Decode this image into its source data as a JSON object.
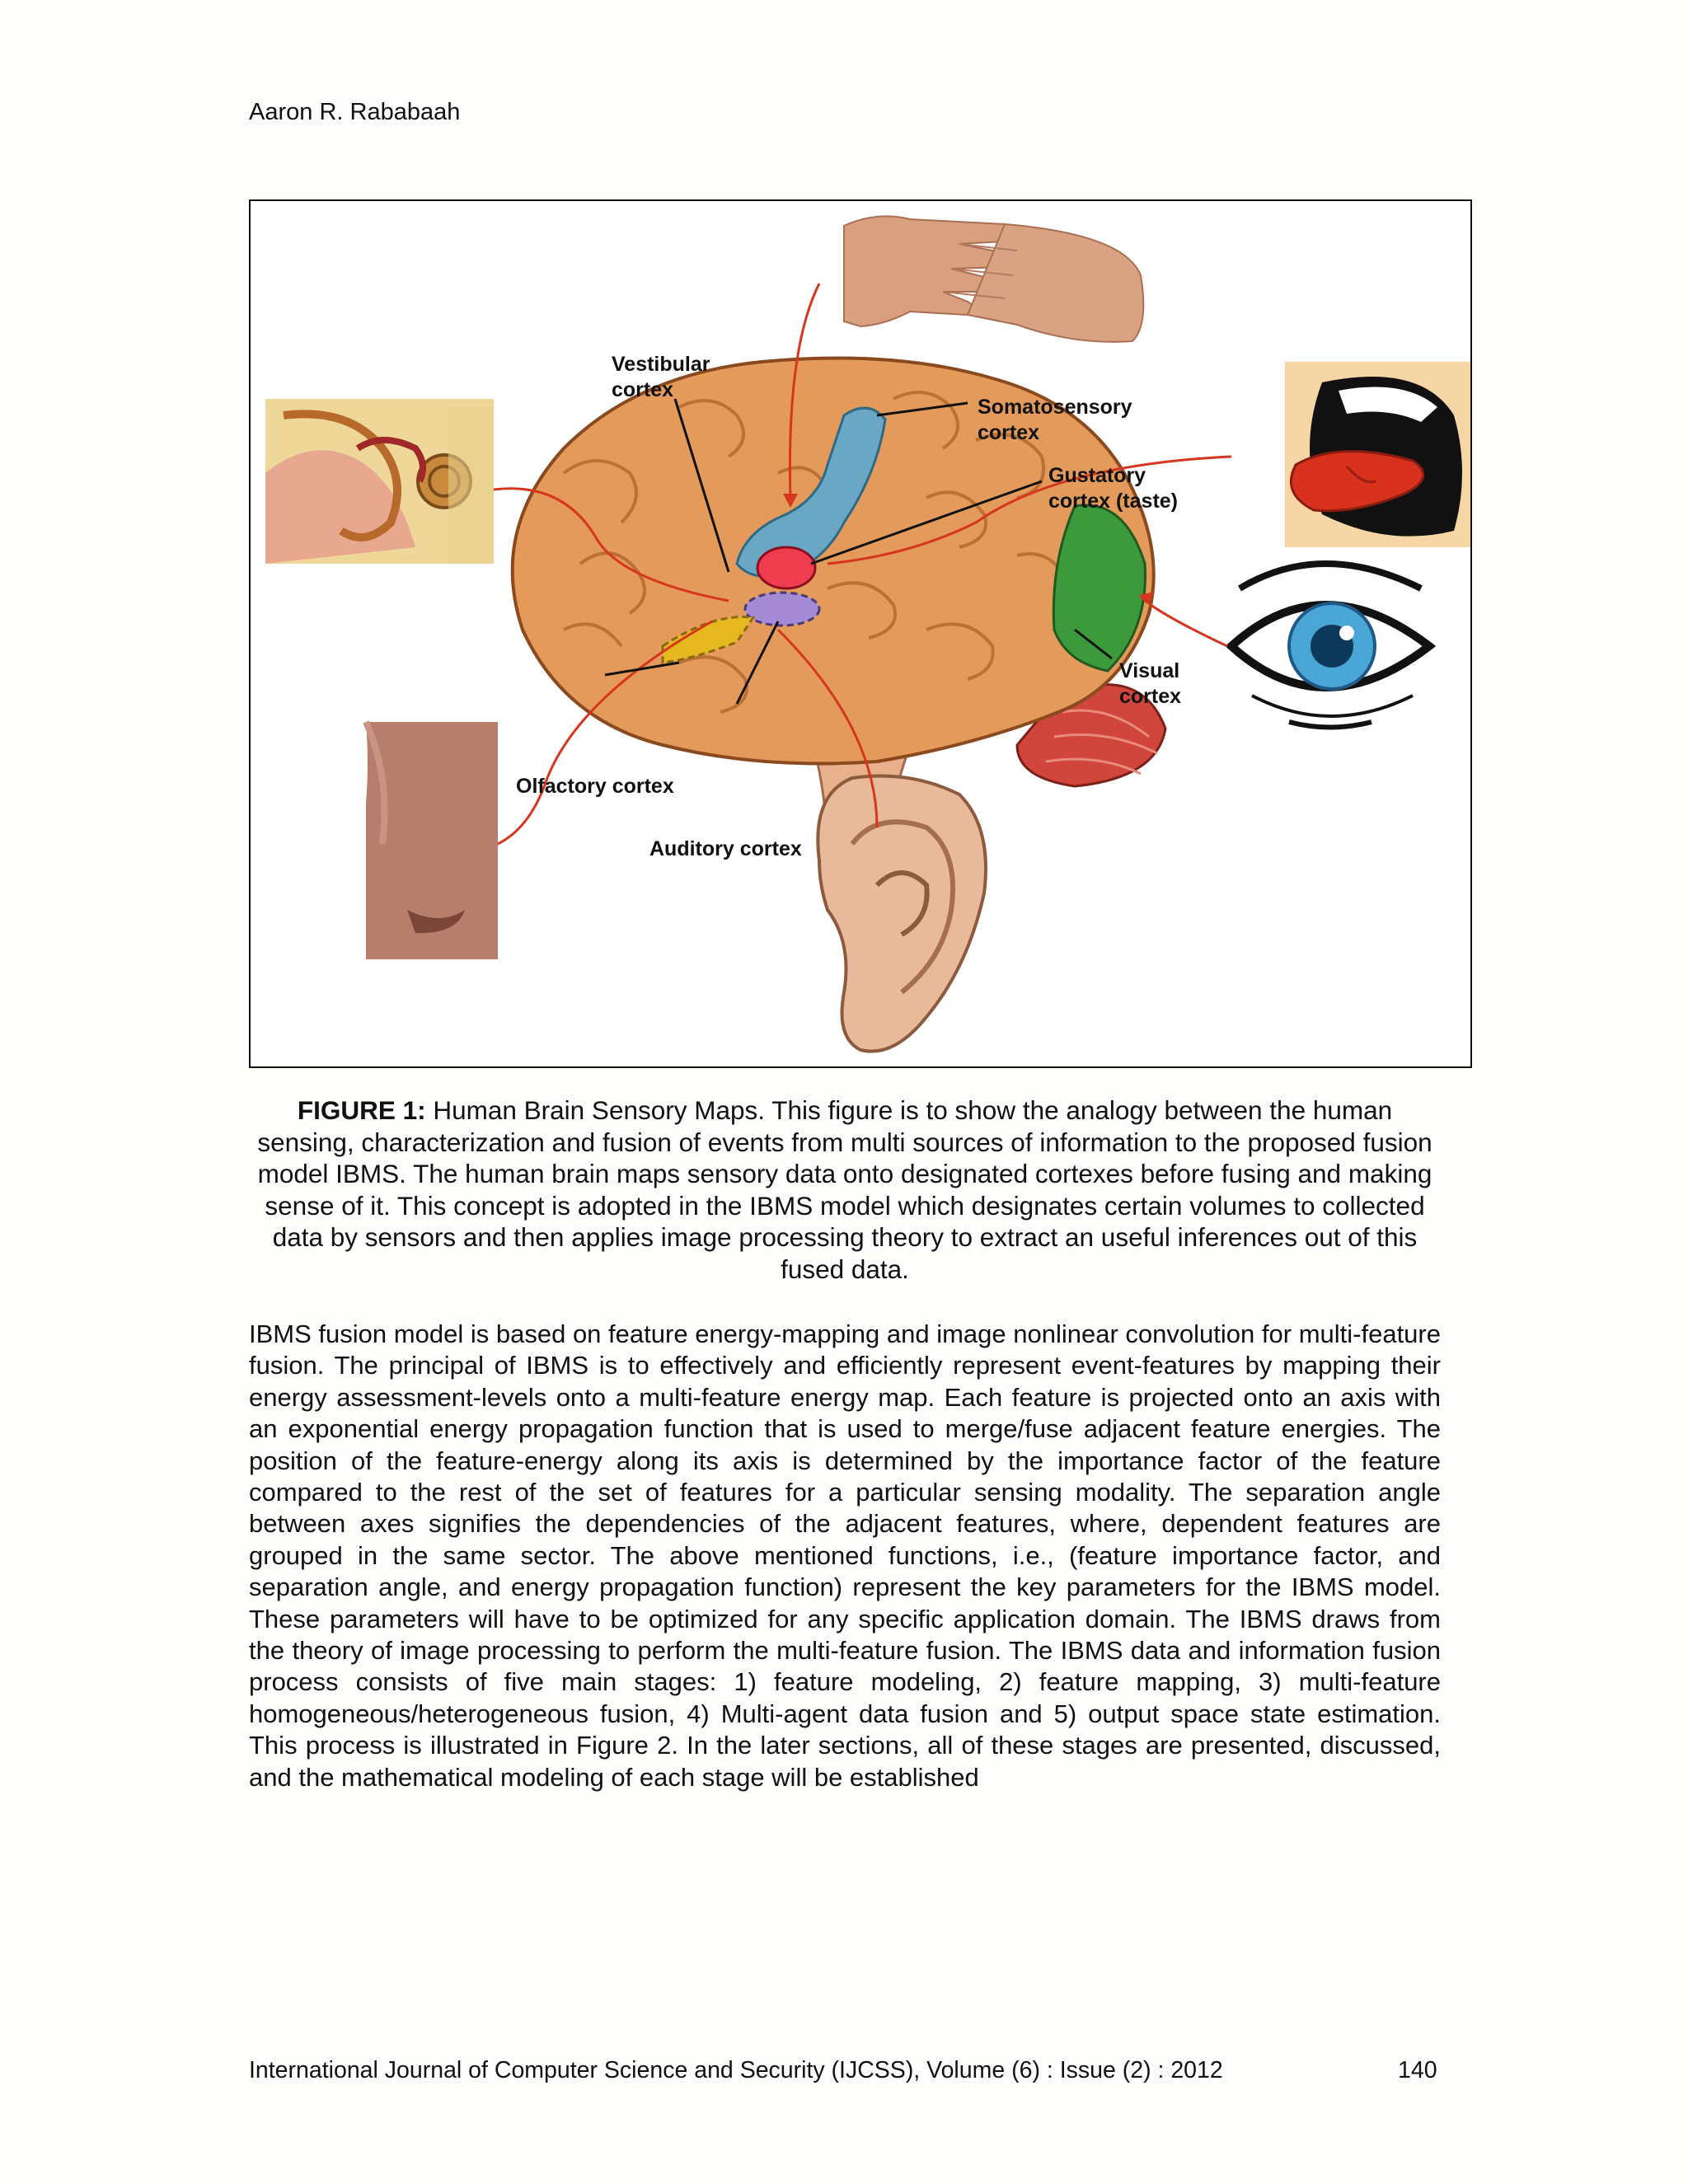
{
  "header": {
    "author": "Aaron R. Rababaah"
  },
  "figure": {
    "labels": {
      "vestibular": [
        "Vestibular",
        "cortex"
      ],
      "somatosensory": [
        "Somatosensory",
        "cortex"
      ],
      "gustatory": [
        "Gustatory",
        "cortex (taste)"
      ],
      "visual": [
        "Visual",
        "cortex"
      ],
      "olfactory": "Olfactory cortex",
      "auditory": "Auditory cortex"
    },
    "colors": {
      "brain": "#e39a5a",
      "vestibular_region": "#6aa7c4",
      "gustatory_region": "#ef3c4f",
      "auditory_region": "#a58ad6",
      "olfactory_region": "#e6b820",
      "visual_region": "#3c9a3c",
      "cerebellum": "#d0463c",
      "arrows": "#d6361e"
    },
    "caption": {
      "label": "FIGURE 1:",
      "text": " Human Brain Sensory Maps. This figure is to show the analogy between the human sensing, characterization and fusion of events from multi sources of information to the proposed fusion model IBMS. The human brain maps sensory data onto designated cortexes before fusing and making sense of it. This concept is adopted in the IBMS model which designates certain volumes to collected data by sensors and then applies image processing theory to extract an useful inferences out of this fused data."
    }
  },
  "body": {
    "paragraph": "IBMS fusion model is based on feature energy-mapping and image nonlinear convolution for multi-feature fusion. The principal of IBMS is to effectively and efficiently represent event-features by mapping their energy assessment-levels onto a multi-feature energy map. Each feature is projected onto an axis with an exponential energy propagation function that is used to merge/fuse adjacent feature energies. The position of the feature-energy along its axis is determined by the importance factor of the feature compared to the rest of the set of features for a particular sensing modality. The separation angle between axes signifies the dependencies of the adjacent features, where, dependent features are grouped in the same sector. The above mentioned functions, i.e., (feature importance factor, and separation angle, and energy propagation function) represent the key parameters for the IBMS model. These parameters will have to be optimized for any specific application domain. The IBMS draws from the theory of image processing to perform the multi-feature fusion. The IBMS data and information fusion process consists of five main stages: 1) feature modeling, 2) feature mapping, 3) multi-feature homogeneous/heterogeneous fusion, 4) Multi-agent data fusion and 5) output space state estimation. This process is illustrated in Figure 2. In the later sections, all of these stages are presented, discussed, and the mathematical modeling of each stage will be established"
  },
  "footer": {
    "journal": "International Journal of Computer Science and Security (IJCSS), Volume (6) : Issue (2) : 2012",
    "page": "140"
  }
}
